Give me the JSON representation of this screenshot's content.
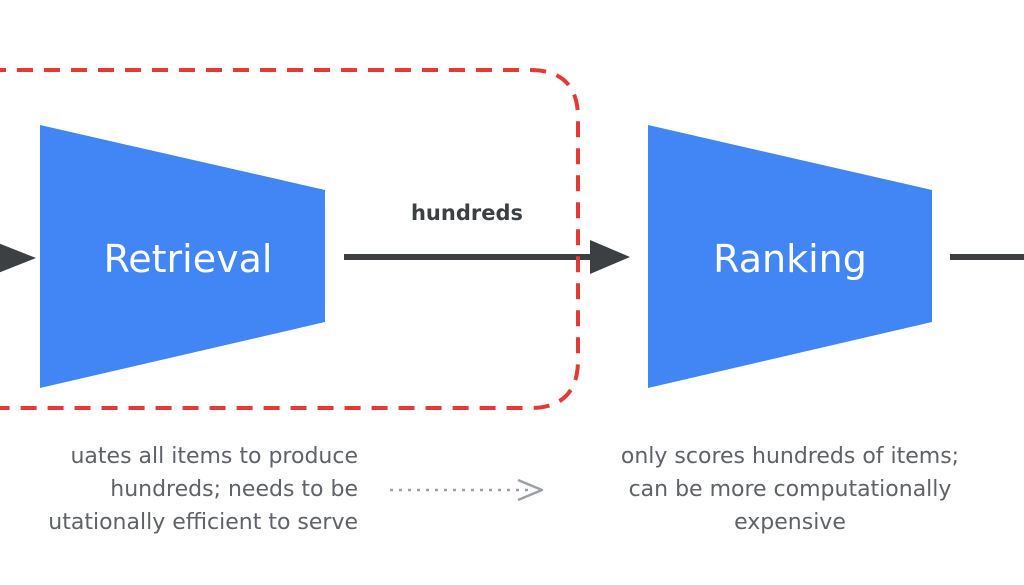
{
  "stages": [
    {
      "label": "Retrieval",
      "color": "#4285f4"
    },
    {
      "label": "Ranking",
      "color": "#4285f4"
    }
  ],
  "arrow_label": "hundreds",
  "highlight_color": "#e53935",
  "arrow_color": "#3c4043",
  "captions": {
    "left": [
      "uates all items to produce",
      "hundreds; needs to be",
      "utationally efficient to serve"
    ],
    "right": [
      "only scores hundreds of items;",
      "can be more computationally",
      "expensive"
    ]
  }
}
